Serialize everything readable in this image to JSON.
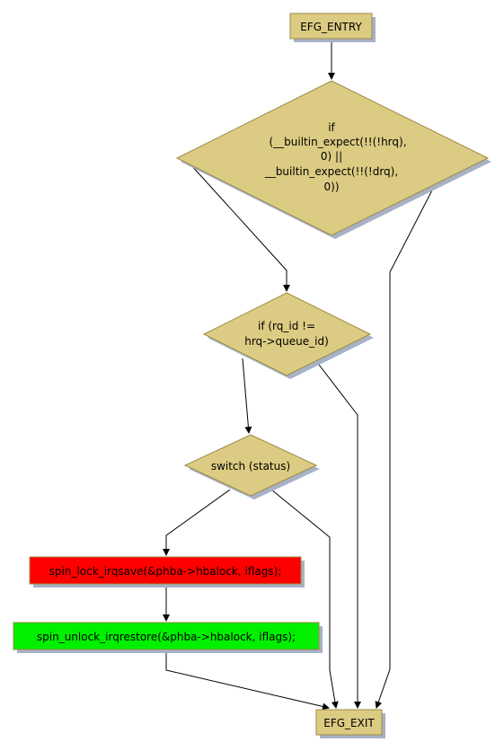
{
  "diagram": {
    "colors": {
      "node_fill": "#dccb82",
      "node_stroke": "#9c8a46",
      "shadow": "#a7b2c7",
      "lock_fill": "#ff0000",
      "unlock_fill": "#00f000",
      "edge": "#000000"
    },
    "nodes": {
      "entry": {
        "label": "EFG_ENTRY"
      },
      "cond_builtin": {
        "lines": [
          "if",
          "(__builtin_expect(!!(!hrq),",
          "0) ||",
          "__builtin_expect(!!(!drq),",
          "0))"
        ]
      },
      "cond_rqid": {
        "lines": [
          "if (rq_id !=",
          "hrq->queue_id)"
        ]
      },
      "switch_status": {
        "label": "switch (status)"
      },
      "spin_lock": {
        "label": "spin_lock_irqsave(&phba->hbalock, iflags);"
      },
      "spin_unlock": {
        "label": "spin_unlock_irqrestore(&phba->hbalock, iflags);"
      },
      "exit": {
        "label": "EFG_EXIT"
      }
    }
  }
}
